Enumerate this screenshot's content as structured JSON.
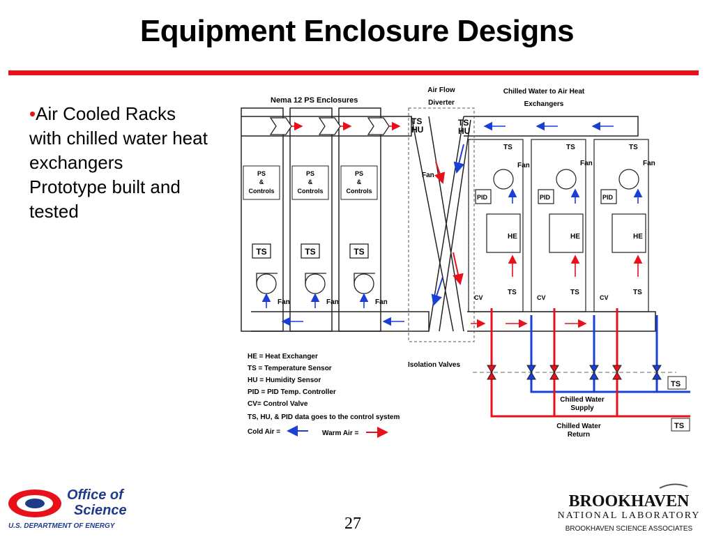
{
  "slide": {
    "title": "Equipment Enclosure Designs",
    "bullets": [
      "Air Cooled  Racks with chilled water heat exchangers",
      "Prototype built and tested"
    ],
    "page_number": "27",
    "accent_color": "#e8101a"
  },
  "diagram": {
    "enclosure_label": "Nema 12 PS Enclosures",
    "diverter_label": [
      "Air Flow",
      "Diverter"
    ],
    "exchanger_label": [
      "Chilled Water to Air Heat",
      "Exchangers"
    ],
    "ps_box": [
      "PS",
      "&",
      "Controls"
    ],
    "ts": "TS",
    "hu": "HU",
    "fan": "Fan",
    "pid": "PID",
    "he": "HE",
    "cv": "CV",
    "isolation_valves": "Isolation Valves",
    "supply_label": [
      "Chilled Water",
      "Supply"
    ],
    "return_label": [
      "Chilled Water",
      "Return"
    ],
    "legend": [
      "HE = Heat Exchanger",
      "TS = Temperature Sensor",
      "HU = Humidity Sensor",
      "PID = PID Temp. Controller",
      "CV= Control Valve",
      "TS, HU, & PID data goes to the control system"
    ],
    "cold_air": "Cold Air =",
    "warm_air": "Warm Air =",
    "cold_color": "#1a3fd6",
    "warm_color": "#e8101a"
  },
  "logos": {
    "doe": [
      "Office of",
      "Science",
      "U.S. DEPARTMENT OF ENERGY"
    ],
    "bnl": [
      "BROOKHAVEN",
      "NATIONAL LABORATORY",
      "BROOKHAVEN SCIENCE ASSOCIATES"
    ]
  }
}
